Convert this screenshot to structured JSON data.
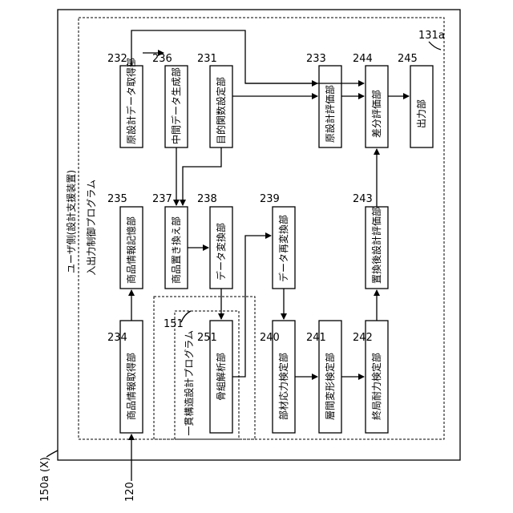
{
  "device": {
    "ref": "150a (X)",
    "program_area_ref": "131a",
    "title": "ユーザ側(設計支援装置)",
    "io_program_title": "入出力制御プログラム"
  },
  "subprogram": {
    "ref": "151",
    "title": "一貫構造設計プログラム"
  },
  "input_ref": "120",
  "blocks": {
    "b232": {
      "ref": "232",
      "label": "原設計データ取得部"
    },
    "b236": {
      "ref": "236",
      "label": "中間データ生成部"
    },
    "b231": {
      "ref": "231",
      "label": "目的関数設定部"
    },
    "b233": {
      "ref": "233",
      "label": "原設計評価部"
    },
    "b244": {
      "ref": "244",
      "label": "差分評価部"
    },
    "b245": {
      "ref": "245",
      "label": "出力部"
    },
    "b235": {
      "ref": "235",
      "label": "商品情報記憶部"
    },
    "b237": {
      "ref": "237",
      "label": "商品置き換え部"
    },
    "b238": {
      "ref": "238",
      "label": "データ変換部"
    },
    "b239": {
      "ref": "239",
      "label": "データ再変換部"
    },
    "b243": {
      "ref": "243",
      "label": "置換後設計評価部"
    },
    "b234": {
      "ref": "234",
      "label": "商品情報取得部"
    },
    "b251": {
      "ref": "251",
      "label": "骨組解析部"
    },
    "b240": {
      "ref": "240",
      "label": "部材応力検定部"
    },
    "b241": {
      "ref": "241",
      "label": "層間変形検定部"
    },
    "b242": {
      "ref": "242",
      "label": "終局耐力検定部"
    }
  }
}
